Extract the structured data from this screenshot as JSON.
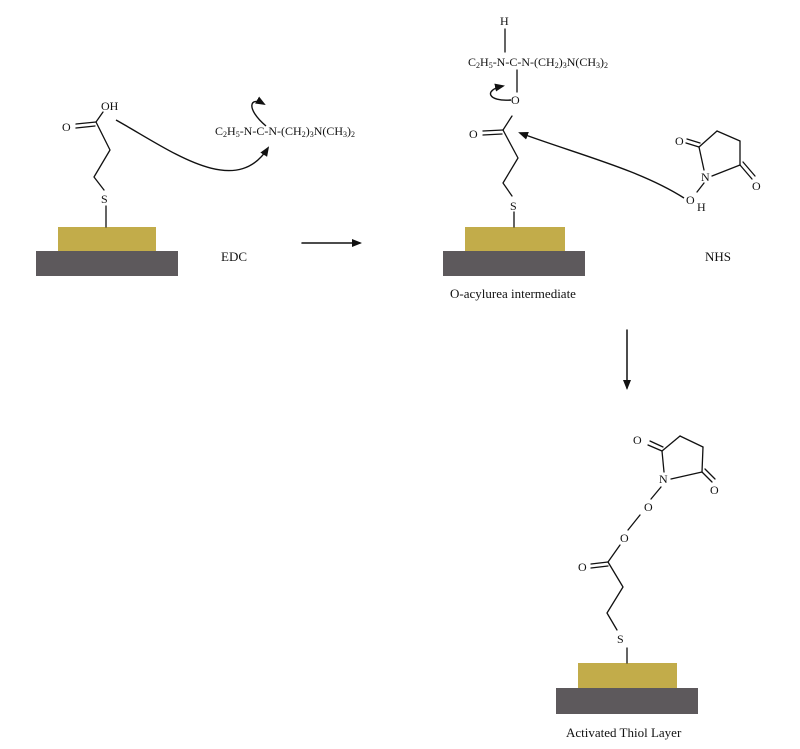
{
  "colors": {
    "gold": "#c2ac4a",
    "substrate": "#5d595c",
    "ink": "#111111"
  },
  "atoms": {
    "S": "S",
    "O": "O",
    "OH": "OH",
    "N": "N",
    "H": "H"
  },
  "edc_formula": {
    "p1": "C",
    "s1": "2",
    "p2": "H",
    "s2": "5",
    "p3": "-N-C-N-(CH",
    "s3": "2",
    "p4": ")",
    "s4": "3",
    "p5": "N(CH",
    "s5": "3",
    "p6": ")",
    "s6": "2"
  },
  "labels": {
    "edc": "EDC",
    "nhs": "NHS",
    "intermediate": "O-acylurea intermediate",
    "product": "Activated Thiol Layer"
  }
}
